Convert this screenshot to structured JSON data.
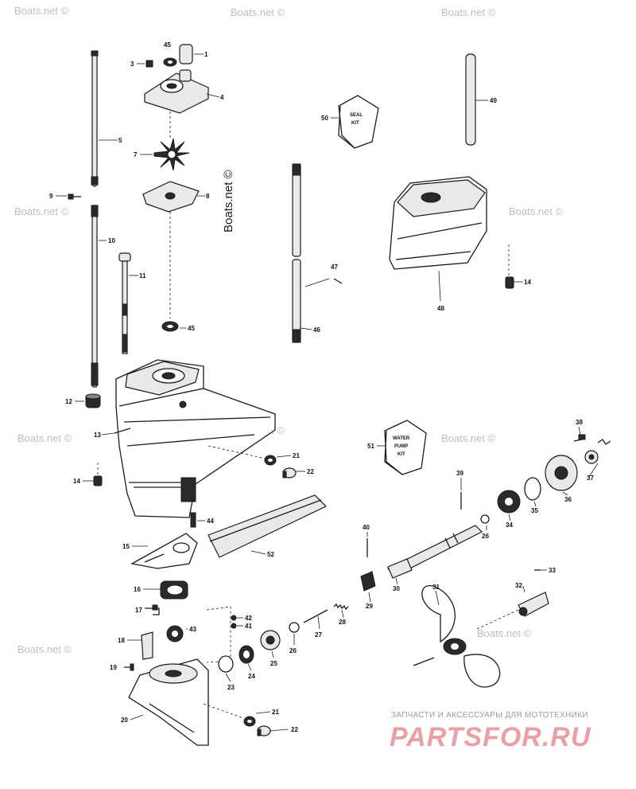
{
  "watermarks": {
    "text": "Boats.net ©",
    "vertical_text": "Boats.net ©"
  },
  "kits": {
    "seal_kit": [
      "SEAL",
      "KIT"
    ],
    "water_pump_kit": [
      "WATER",
      "PUMP",
      "KIT"
    ]
  },
  "callouts": {
    "c1": "1",
    "c3": "3",
    "c4": "4",
    "c5": "5",
    "c7": "7",
    "c8": "8",
    "c9": "9",
    "c10": "10",
    "c11": "11",
    "c12": "12",
    "c13": "13",
    "c14a": "14",
    "c14b": "14",
    "c15": "15",
    "c16": "16",
    "c17": "17",
    "c18": "18",
    "c19": "19",
    "c20": "20",
    "c21a": "21",
    "c21b": "21",
    "c22a": "22",
    "c22b": "22",
    "c23": "23",
    "c24": "24",
    "c25": "25",
    "c26a": "26",
    "c26b": "26",
    "c27": "27",
    "c28": "28",
    "c29": "29",
    "c30": "30",
    "c31": "31",
    "c32": "32",
    "c33": "33",
    "c34": "34",
    "c35": "35",
    "c36": "36",
    "c37": "37",
    "c38": "38",
    "c39": "39",
    "c40": "40",
    "c41": "41",
    "c42": "42",
    "c43": "43",
    "c44": "44",
    "c45a": "45",
    "c45b": "45",
    "c46": "46",
    "c47": "47",
    "c48": "48",
    "c49": "49",
    "c50": "50",
    "c51": "51",
    "c52": "52"
  },
  "brand": {
    "caption": "ЗАПЧАСТИ И АКСЕССУАРЫ ДЛЯ МОТОТЕХНИКИ",
    "logo": "PARTSFOR.RU",
    "logo_color": "#e8a0a5"
  }
}
